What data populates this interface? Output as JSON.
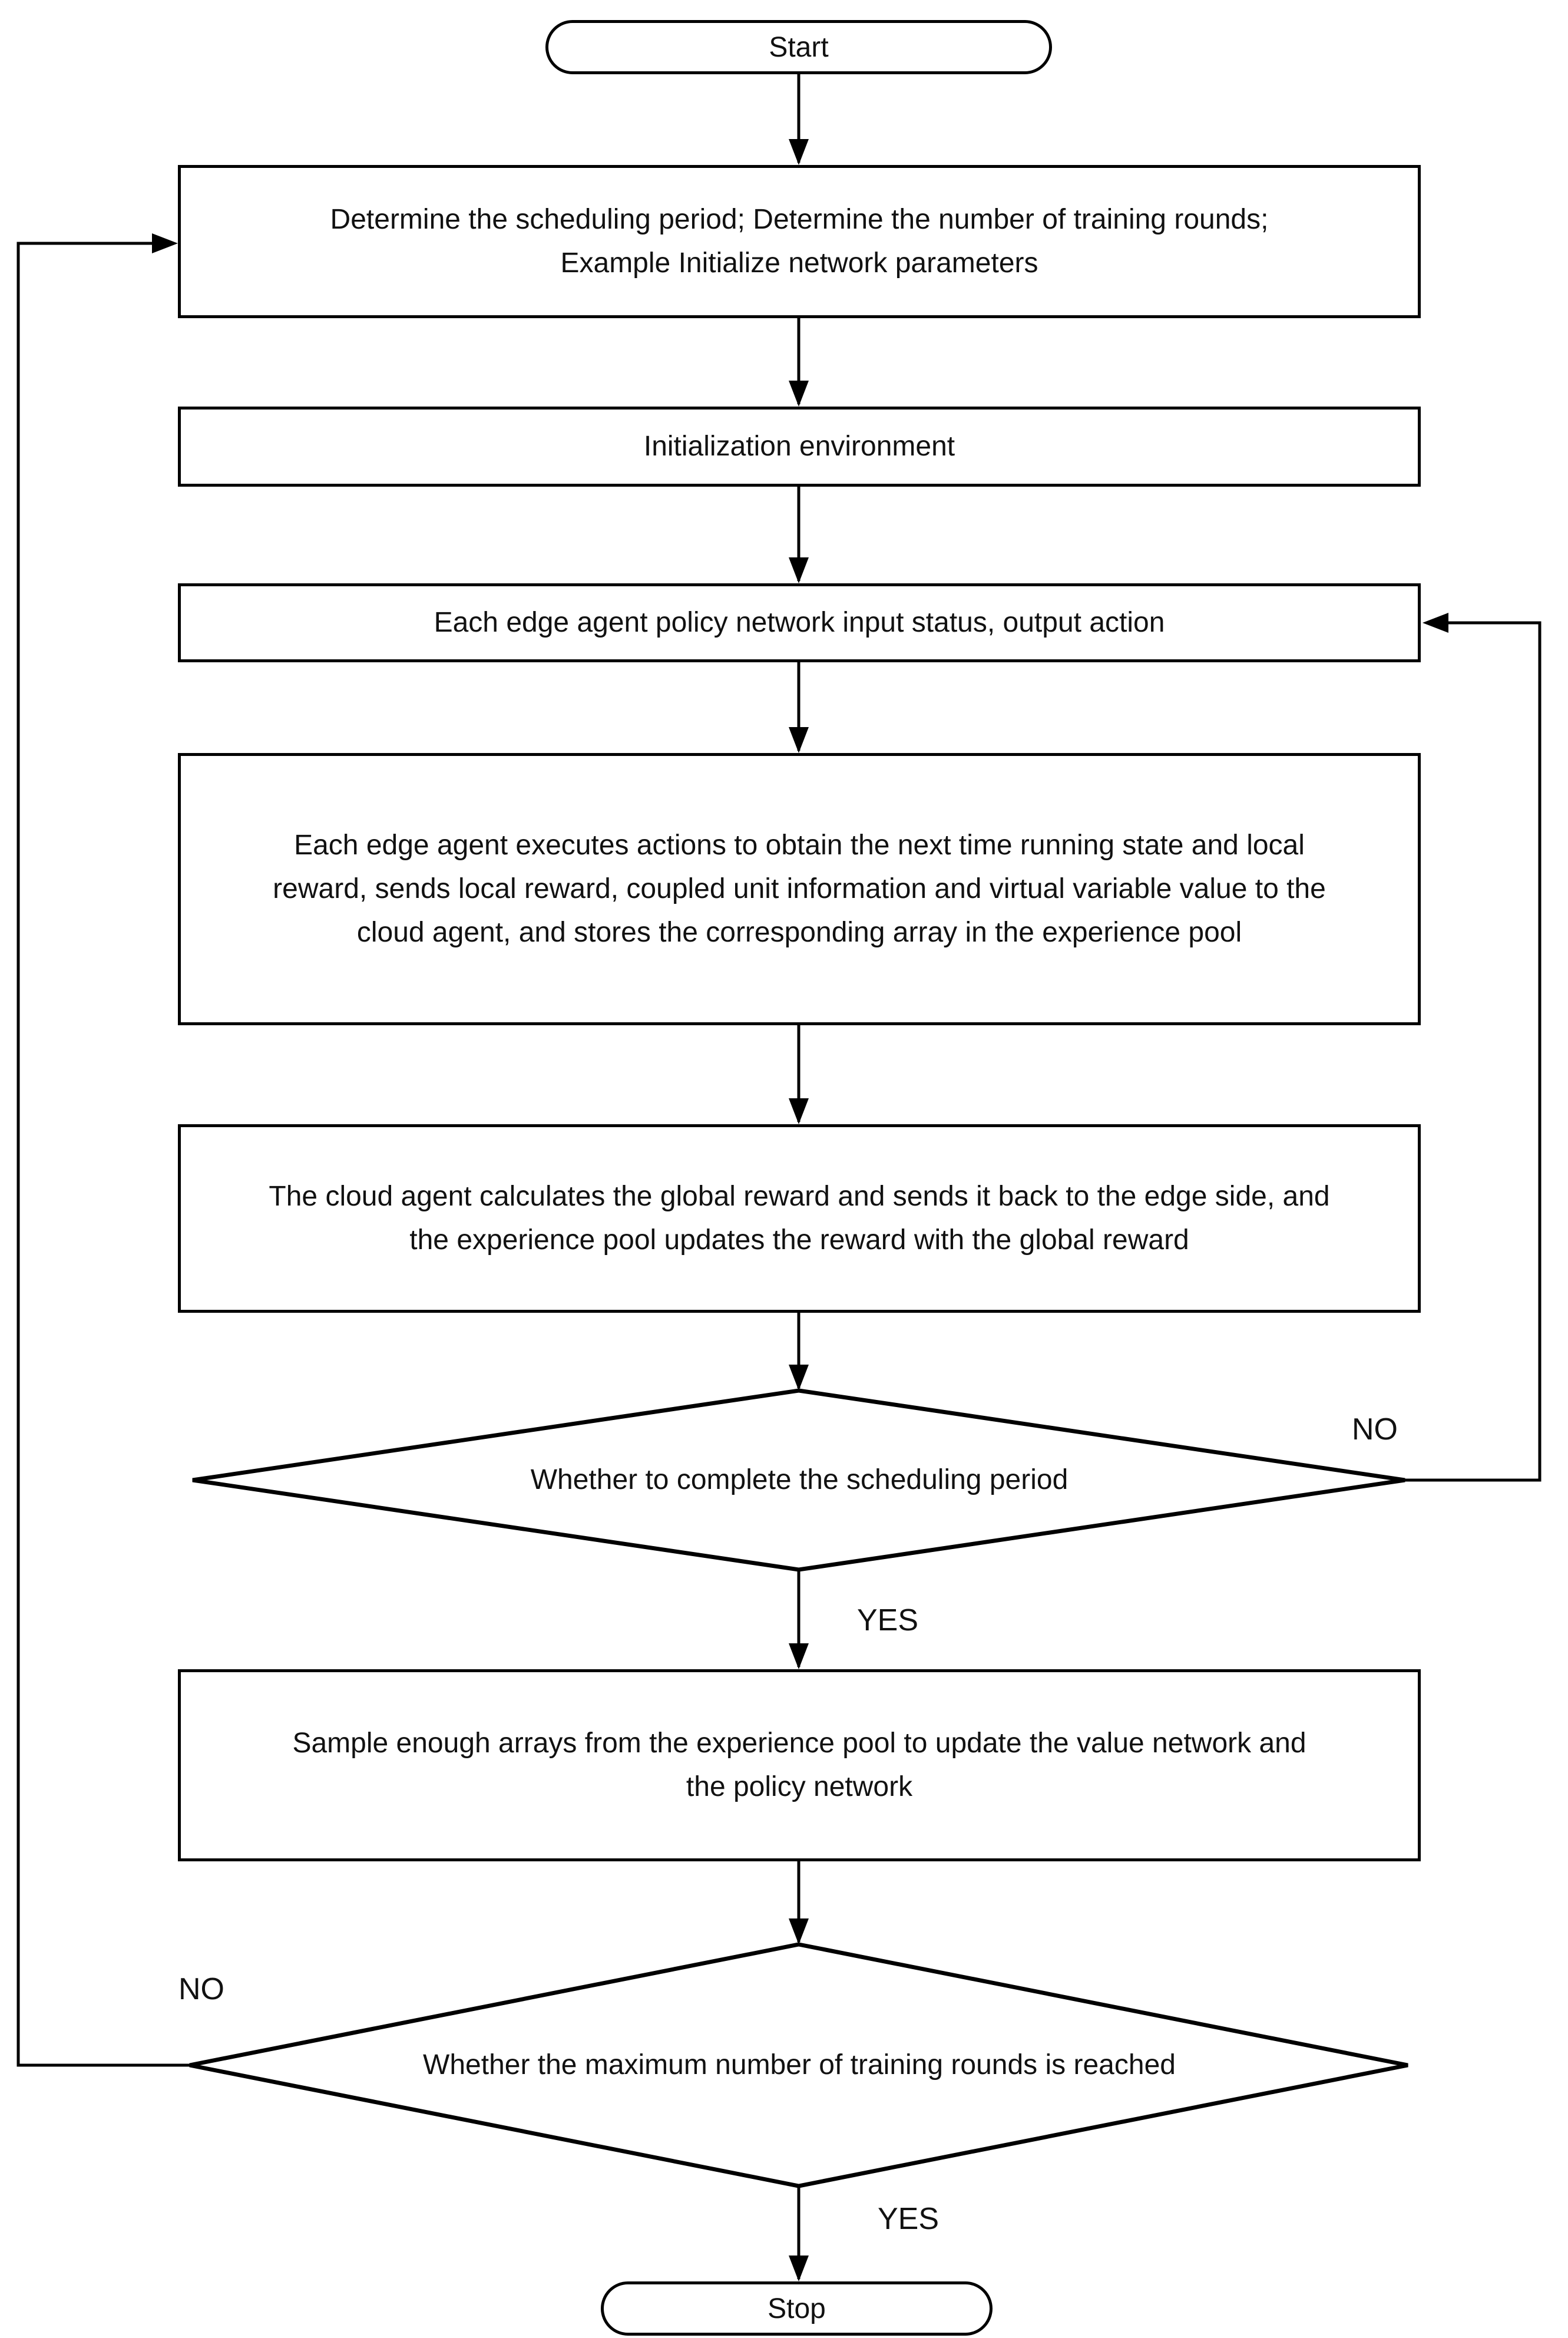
{
  "diagram": {
    "type": "flowchart",
    "colors": {
      "stroke": "#000000",
      "text": "#111111",
      "background": "#ffffff"
    },
    "nodes": {
      "start": {
        "label": "Start"
      },
      "step_init_params": {
        "lines": [
          "Determine the scheduling period; Determine the number of training rounds;",
          "Example Initialize network parameters"
        ]
      },
      "step_init_env": {
        "lines": [
          "Initialization environment"
        ]
      },
      "step_policy_net": {
        "lines": [
          "Each edge agent policy network input status, output action"
        ]
      },
      "step_execute_actions": {
        "lines": [
          "Each edge agent executes actions to obtain the next time running state and local",
          "reward, sends local reward, coupled unit information and virtual variable value to the",
          "cloud agent, and stores the corresponding array in the experience pool"
        ]
      },
      "step_cloud_reward": {
        "lines": [
          "The cloud agent calculates the global reward and sends it back to the edge side, and",
          "the experience pool updates the reward with the global reward"
        ]
      },
      "decision_scheduling_period": {
        "label": "Whether to complete the scheduling period"
      },
      "step_sample_arrays": {
        "lines": [
          "Sample enough arrays from the experience pool to update the value network and",
          "the policy network"
        ]
      },
      "decision_training_rounds": {
        "label": "Whether the maximum number of training rounds is reached"
      },
      "stop": {
        "label": "Stop"
      }
    },
    "edge_labels": {
      "no_scheduling": "NO",
      "yes_scheduling": "YES",
      "no_rounds": "NO",
      "yes_rounds": "YES"
    }
  }
}
